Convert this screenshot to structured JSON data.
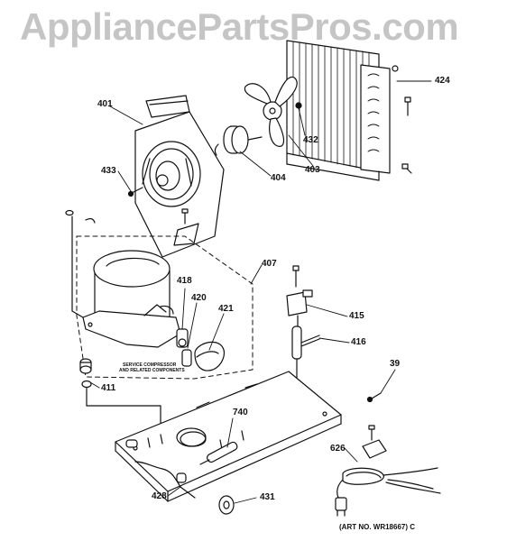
{
  "watermark": "AppliancePartsPros.com",
  "callouts": {
    "p401": "401",
    "p424": "424",
    "p432": "432",
    "p403": "403",
    "p404": "404",
    "p433": "433",
    "p407": "407",
    "p418": "418",
    "p420": "420",
    "p421": "421",
    "p415": "415",
    "p416": "416",
    "p411": "411",
    "p39": "39",
    "p740": "740",
    "p626": "626",
    "p428": "428",
    "p431": "431"
  },
  "service_note_line1": "SERVICE COMPRESSOR",
  "service_note_line2": "AND RELATED COMPONENTS",
  "art_number": "(ART NO. WR18667) C",
  "colors": {
    "line": "#111111",
    "watermark": "#969696",
    "background": "#ffffff"
  }
}
